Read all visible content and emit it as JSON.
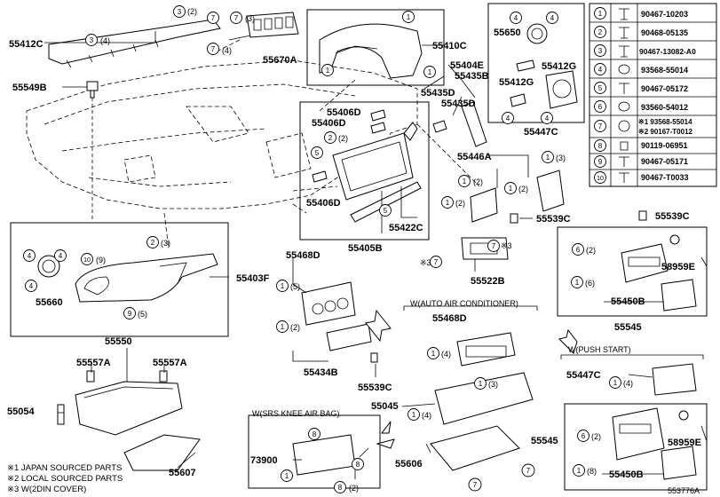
{
  "diagram": {
    "labels": {
      "l55412C": "55412C",
      "l55549B": "55549B",
      "l55670A": "55670A",
      "l55410C": "55410C",
      "l55404E": "55404E",
      "l55435B": "55435B",
      "l55435D_a": "55435D",
      "l55435D_b": "55435D",
      "l55650": "55650",
      "l55412G_a": "55412G",
      "l55412G_b": "55412G",
      "l55406D_a": "55406D",
      "l55406D_b": "55406D",
      "l55406D_c": "55406D",
      "l55405B": "55405B",
      "l55422C": "55422C",
      "l55446A": "55446A",
      "l55447C_a": "55447C",
      "l55539C_a": "55539C",
      "l55539C_b": "55539C",
      "l55539C_c": "55539C",
      "l55403F": "55403F",
      "l55660": "55660",
      "l55468D_a": "55468D",
      "l55468D_b": "55468D",
      "l55522B": "55522B",
      "l58959E_a": "58959E",
      "l58959E_b": "58959E",
      "l55450B_a": "55450B",
      "l55450B_b": "55450B",
      "l55545_a": "55545",
      "l55545_b": "55545",
      "l55434B": "55434B",
      "l55550": "55550",
      "l55557A_a": "55557A",
      "l55557A_b": "55557A",
      "l55054": "55054",
      "l55607": "55607",
      "l55045": "55045",
      "l55606": "55606",
      "l73900": "73900",
      "l55447C_b": "55447C"
    },
    "section_titles": {
      "auto_air": "W(AUTO AIR CONDITIONER)",
      "push_start": "W(PUSH START)",
      "srs_knee": "W(SRS KNEE AIR BAG)"
    },
    "footnotes": [
      "※1 JAPAN SOURCED PARTS",
      "※2 LOCAL SOURCED PARTS",
      "※3 W(2DIN COVER)"
    ],
    "diagram_id": "553776A",
    "fastener_table": [
      {
        "no": "1",
        "part": "90467-10203"
      },
      {
        "no": "2",
        "part": "90468-05135"
      },
      {
        "no": "3",
        "part": "90467-13082-A0"
      },
      {
        "no": "4",
        "part": "93568-55014"
      },
      {
        "no": "5",
        "part": "90467-05172"
      },
      {
        "no": "6",
        "part": "93560-54012"
      },
      {
        "no": "7",
        "part": "※1 93568-55014",
        "part2": "※2 90167-T0012"
      },
      {
        "no": "8",
        "part": "90119-06951"
      },
      {
        "no": "9",
        "part": "90467-05171"
      },
      {
        "no": "10",
        "part": "90467-T0033"
      }
    ]
  }
}
